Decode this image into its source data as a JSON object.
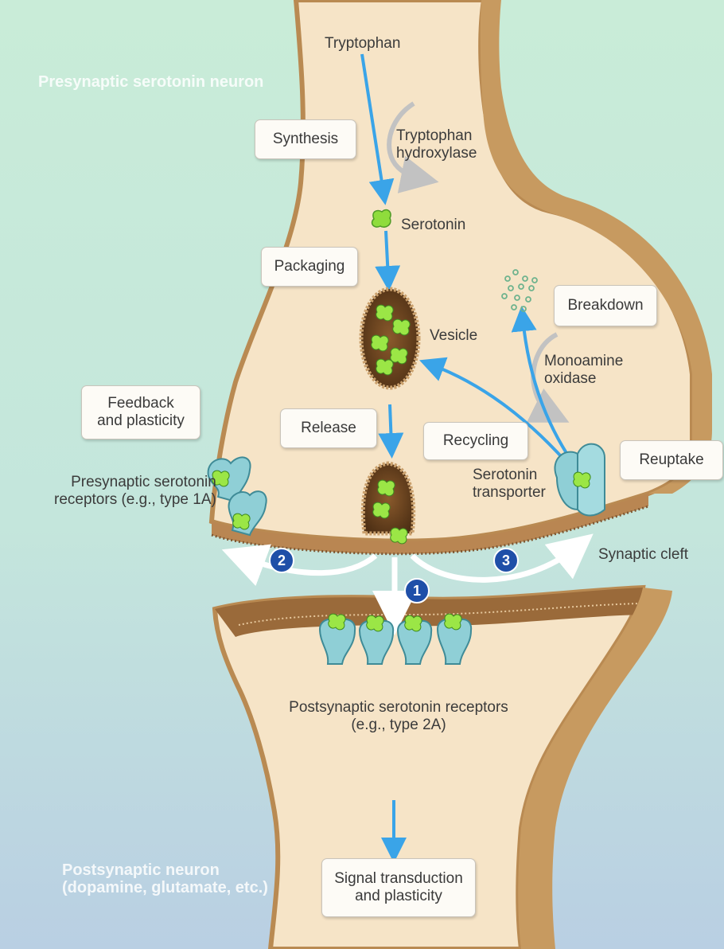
{
  "regions": {
    "presynaptic": "Presynaptic serotonin neuron",
    "postsynaptic": "Postsynaptic neuron\n(dopamine, glutamate, etc.)"
  },
  "processes": {
    "synthesis": "Synthesis",
    "packaging": "Packaging",
    "release": "Release",
    "recycling": "Recycling",
    "breakdown": "Breakdown",
    "reuptake": "Reuptake",
    "feedback": "Feedback\nand plasticity",
    "signal": "Signal transduction\nand plasticity"
  },
  "labels": {
    "tryptophan": "Tryptophan",
    "hydroxylase": "Tryptophan\nhydroxylase",
    "serotonin": "Serotonin",
    "vesicle": "Vesicle",
    "mao": "Monoamine\noxidase",
    "transporter": "Serotonin\ntransporter",
    "presyn_receptors": "Presynaptic serotonin\nreceptors (e.g., type 1A)",
    "cleft": "Synaptic cleft",
    "postsyn_receptors": "Postsynaptic serotonin receptors\n(e.g., type 2A)"
  },
  "pathways": [
    "1",
    "2",
    "3"
  ],
  "colors": {
    "membrane": "#c99a63",
    "cytoplasm": "#f6e4c7",
    "arrow_blue": "#3aa4e8",
    "serotonin_green": "#8fdc3c",
    "receptor": "#8fcfd6",
    "badge": "#1f4fa8"
  }
}
